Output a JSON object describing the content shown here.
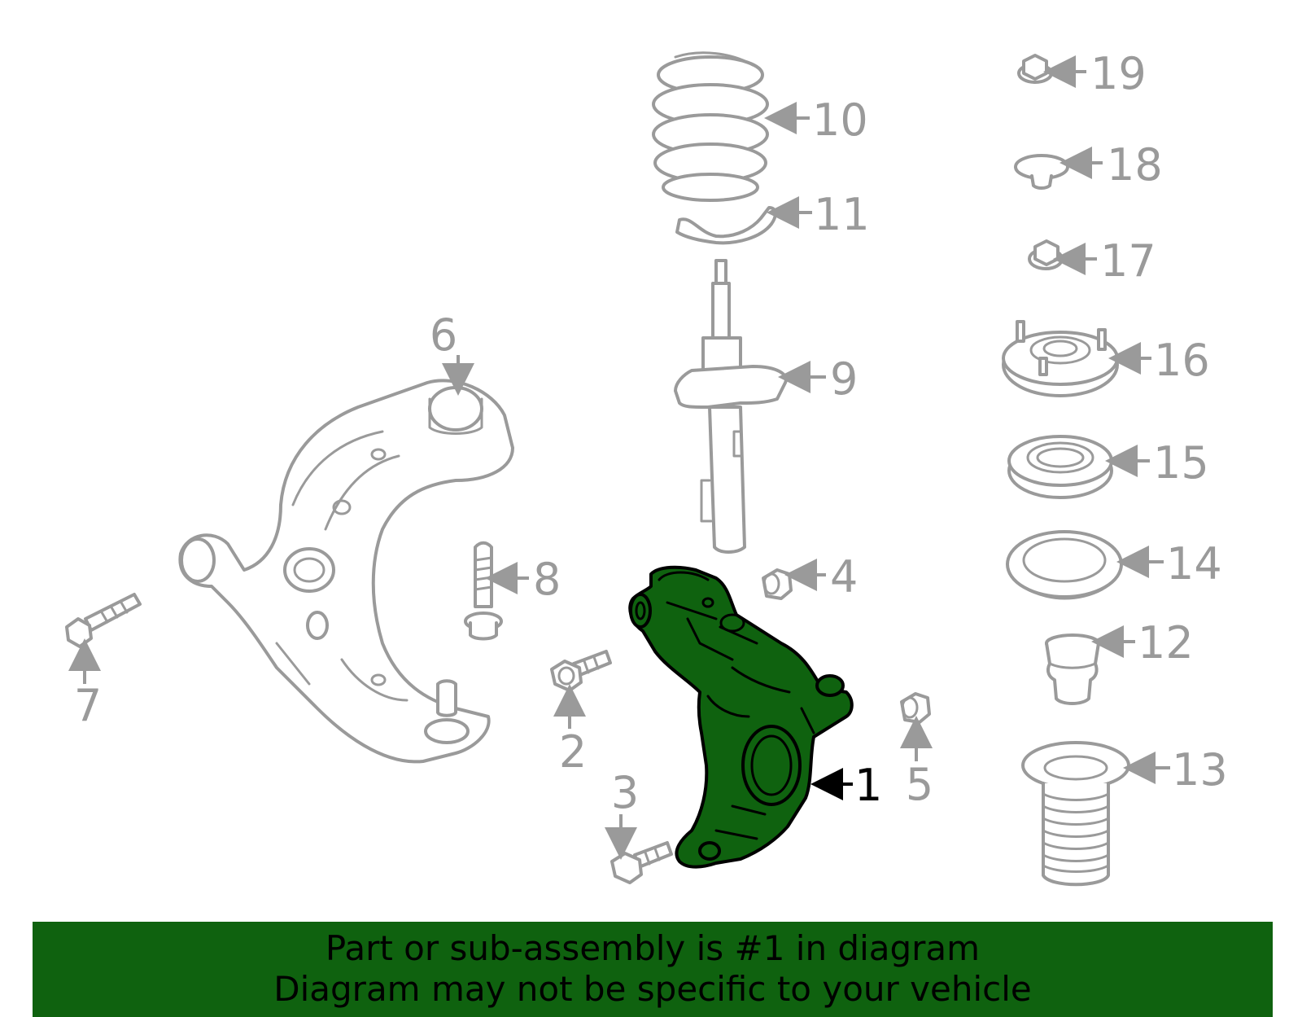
{
  "diagram": {
    "highlight_color": "#0f620f",
    "line_color": "#9a9a9a",
    "highlighted_part": "1",
    "callouts": [
      "1",
      "2",
      "3",
      "4",
      "5",
      "6",
      "7",
      "8",
      "9",
      "10",
      "11",
      "12",
      "13",
      "14",
      "15",
      "16",
      "17",
      "18",
      "19"
    ]
  },
  "banner": {
    "line1": "Part or sub-assembly is #1 in diagram",
    "line2": "Diagram may not be specific to your vehicle",
    "background": "#0f620f"
  }
}
